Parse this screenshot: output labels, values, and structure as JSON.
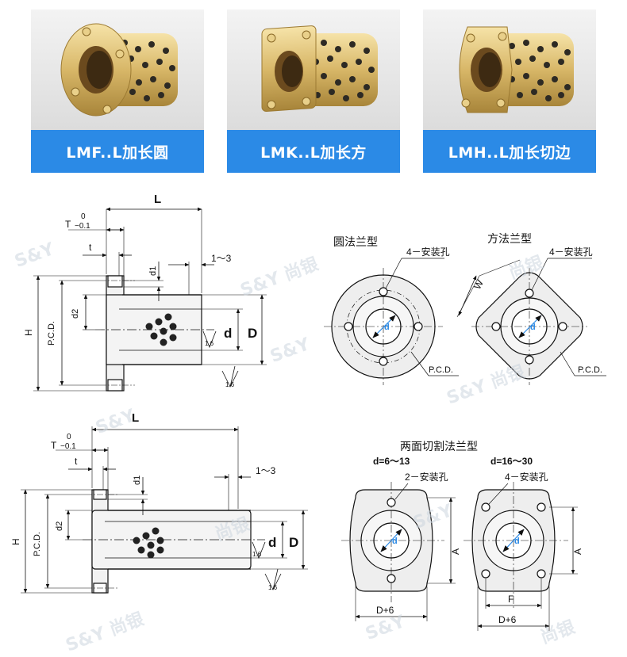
{
  "products": [
    {
      "label": "LMF..L加长圆",
      "image": "round-flange-bushing-photo"
    },
    {
      "label": "LMK..L加长方",
      "image": "square-flange-bushing-photo"
    },
    {
      "label": "LMH..L加长切边",
      "image": "cut-flange-bushing-photo"
    }
  ],
  "drawing_top": {
    "L": "L",
    "T": "T",
    "T_tol_upper": "0",
    "T_tol_lower": "−0.1",
    "t": "t",
    "d1": "d1",
    "range": "1～3",
    "d2": "d2",
    "H": "H",
    "pcd": "P.C.D.",
    "d": "d",
    "D": "D",
    "rough1": "1.6",
    "rough2": "1.6"
  },
  "drawing_bottom": {
    "L": "L",
    "T": "T",
    "T_tol_upper": "0",
    "T_tol_lower": "−0.1",
    "t": "t",
    "d1": "d1",
    "range": "1～3",
    "d2": "d2",
    "H": "H",
    "pcd": "P.C.D.",
    "d": "d",
    "D": "D",
    "rough1": "1.6",
    "rough2": "1.6"
  },
  "round_flange": {
    "title": "圆法兰型",
    "holes": "4－安装孔",
    "pcd": "P.C.D.",
    "d": "d"
  },
  "square_flange": {
    "title": "方法兰型",
    "holes": "4－安装孔",
    "pcd": "P.C.D.",
    "w": "W",
    "d": "d"
  },
  "cut_flange": {
    "title": "两面切割法兰型",
    "left_range": "d=6～13",
    "left_holes": "2－安装孔",
    "right_range": "d=16～30",
    "right_holes": "4－安装孔",
    "A": "A",
    "F": "F",
    "D6": "D+6",
    "d": "d"
  },
  "watermark": {
    "brand": "尚银",
    "logo": "S&Y"
  },
  "colors": {
    "accent": "#2b8ae6",
    "brass": "#d9b96a",
    "hole": "#2a2a2a"
  }
}
